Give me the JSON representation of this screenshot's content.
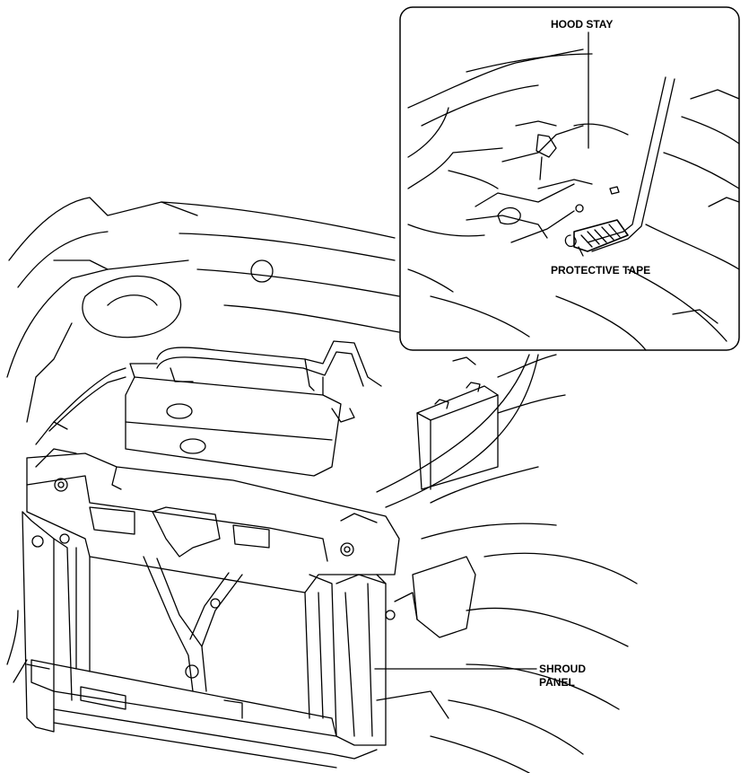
{
  "labels": {
    "hood_stay": "HOOD STAY",
    "protective_tape": "PROTECTIVE TAPE",
    "shroud_panel_line1": "SHROUD",
    "shroud_panel_line2": "PANEL"
  },
  "colors": {
    "line": "#000000",
    "background": "#ffffff"
  }
}
